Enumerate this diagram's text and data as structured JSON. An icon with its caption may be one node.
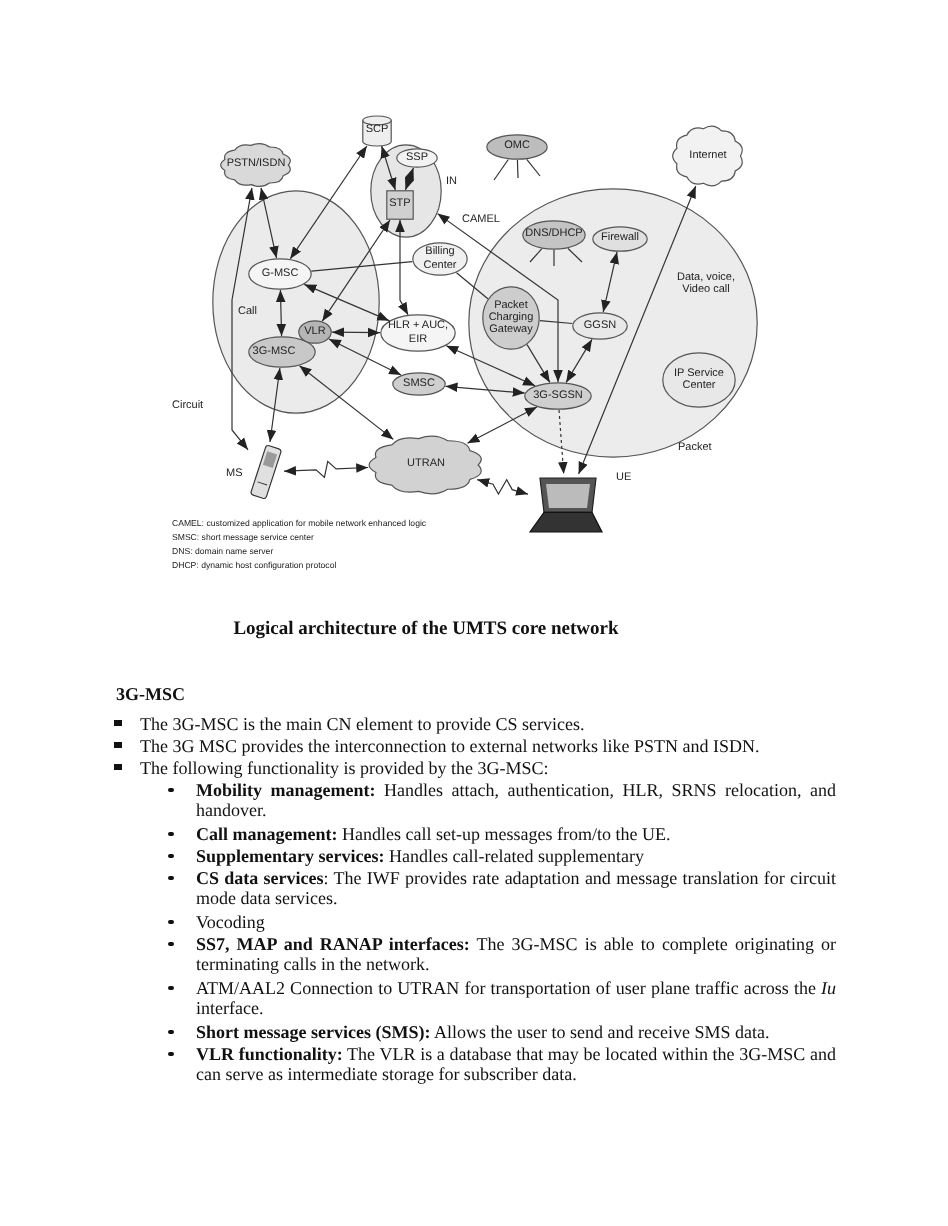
{
  "diagram": {
    "caption": "Logical architecture of the UMTS core network",
    "nodes": [
      {
        "text": [
          "PSTN/ISDN"
        ]
      },
      {
        "text": [
          "SCP"
        ]
      },
      {
        "text": [],
        "shape": "ellipse",
        "beside": [
          "IN"
        ]
      },
      {
        "text": [
          "SSP"
        ],
        "in": 2
      },
      {
        "text": [
          "STP"
        ],
        "in": 2
      },
      {
        "text": [
          "OMC"
        ]
      },
      {
        "text": [
          "Internet"
        ]
      },
      {
        "text": [
          "Call"
        ],
        "beside": [
          "Circuit"
        ]
      },
      {
        "text": [
          "G-MSC"
        ],
        "in": 7
      },
      {
        "text": [
          "3G-MSC"
        ],
        "in": 7
      },
      {
        "text": [
          "VLR"
        ],
        "in": 7
      },
      {
        "text": [
          "Billing Center"
        ]
      },
      {
        "text": [
          "HLR + AUC, EIR"
        ]
      },
      {
        "text": [
          "SMSC"
        ]
      },
      {
        "text": [
          "Data, voice, Video call"
        ],
        "beside": [
          "Packet"
        ]
      },
      {
        "text": [
          "DNS/DHCP"
        ],
        "in": 14
      },
      {
        "text": [
          "Firewall"
        ],
        "in": 14
      },
      {
        "text": [
          "Packet Charging Gateway"
        ],
        "in": 14
      },
      {
        "text": [
          "GGSN"
        ],
        "in": 14
      },
      {
        "text": [
          "3G-SGSN"
        ],
        "in": 14
      },
      {
        "text": [
          "IP Service Center"
        ],
        "in": 14
      },
      {
        "text": [
          "UTRAN"
        ]
      },
      {
        "text": [],
        "shape": "picture",
        "beside": [
          "MS"
        ]
      },
      {
        "text": [],
        "shape": "picture",
        "beside": [
          "UE"
        ]
      }
    ],
    "edges": [
      {
        "from": 0,
        "to": 8,
        "arrow": "both"
      },
      {
        "from": 0,
        "to": 22,
        "arrow": "both"
      },
      {
        "from": 8,
        "to": 9,
        "arrow": "both"
      },
      {
        "from": 8,
        "to": 1,
        "arrow": "both"
      },
      {
        "from": 10,
        "to": 4,
        "arrow": "both"
      },
      {
        "from": 8,
        "to": 11,
        "arrow": "none"
      },
      {
        "from": 8,
        "to": 12,
        "arrow": "both"
      },
      {
        "from": 4,
        "to": 12,
        "arrow": "both"
      },
      {
        "from": 3,
        "to": 4,
        "arrow": "both"
      },
      {
        "from": 1,
        "to": 4,
        "arrow": "both"
      },
      {
        "from": 10,
        "to": 12,
        "arrow": "both"
      },
      {
        "from": 10,
        "to": 13,
        "arrow": "both"
      },
      {
        "from": 9,
        "to": 21,
        "arrow": "both"
      },
      {
        "from": 9,
        "to": 22,
        "arrow": "both"
      },
      {
        "from": 22,
        "to": 21,
        "arrow": "both"
      },
      {
        "from": 21,
        "to": 19,
        "arrow": "both"
      },
      {
        "from": 21,
        "to": 23,
        "arrow": "both"
      },
      {
        "from": 13,
        "to": 19,
        "arrow": "both"
      },
      {
        "from": 12,
        "to": 19,
        "arrow": "both"
      },
      {
        "from": 11,
        "to": 17,
        "arrow": "none"
      },
      {
        "from": 17,
        "to": 19,
        "arrow": "to"
      },
      {
        "from": 17,
        "to": 18,
        "arrow": "none"
      },
      {
        "from": 18,
        "to": 19,
        "arrow": "both"
      },
      {
        "from": 16,
        "to": 18,
        "arrow": "both"
      },
      {
        "from": 23,
        "to": 6,
        "arrow": "both"
      },
      {
        "from": 19,
        "to": 23,
        "arrow": "to",
        "style": "dashed"
      },
      {
        "from": 2,
        "to": 19,
        "arrow": "both",
        "label": "CAMEL"
      },
      {
        "from": 5,
        "to": null,
        "arrow": "none"
      },
      {
        "from": 5,
        "to": null,
        "arrow": "none"
      },
      {
        "from": 5,
        "to": null,
        "arrow": "none"
      },
      {
        "from": 15,
        "to": null,
        "arrow": "none"
      },
      {
        "from": 15,
        "to": null,
        "arrow": "none"
      },
      {
        "from": 15,
        "to": null,
        "arrow": "none"
      }
    ],
    "labels": [
      "CAMEL: customized application for mobile network enhanced logic",
      "SMSC: short message service center",
      "DNS: domain name server",
      "DHCP: dynamic host configuration protocol",
      "3G-MSC",
      "The 3G-MSC is the main CN element to provide CS services.",
      "The 3G MSC provides the interconnection to external networks like PSTN and ISDN.",
      "The following functionality is provided by the 3G-MSC:",
      "**Mobility management:** Handles attach, authentication, HLR, SRNS relocation, and handover.",
      "**Call management:** Handles call set-up messages from/to the UE.",
      "**Supplementary services:** Handles call-related supplementary",
      "**CS data services**: The IWF provides rate adaptation and message translation for circuit mode data services.",
      "Vocoding",
      "**SS7, MAP and RANAP interfaces:** The 3G-MSC is able to complete originating or terminating calls in the network.",
      "ATM/AAL2 Connection to UTRAN for transportation of user plane traffic across the *Iu* interface.",
      "**Short message services (SMS):** Allows the user to send and receive SMS data.",
      "**VLR functionality:** The VLR is a database that may be located within the 3G-MSC and can serve as intermediate storage for subscriber data."
    ]
  }
}
